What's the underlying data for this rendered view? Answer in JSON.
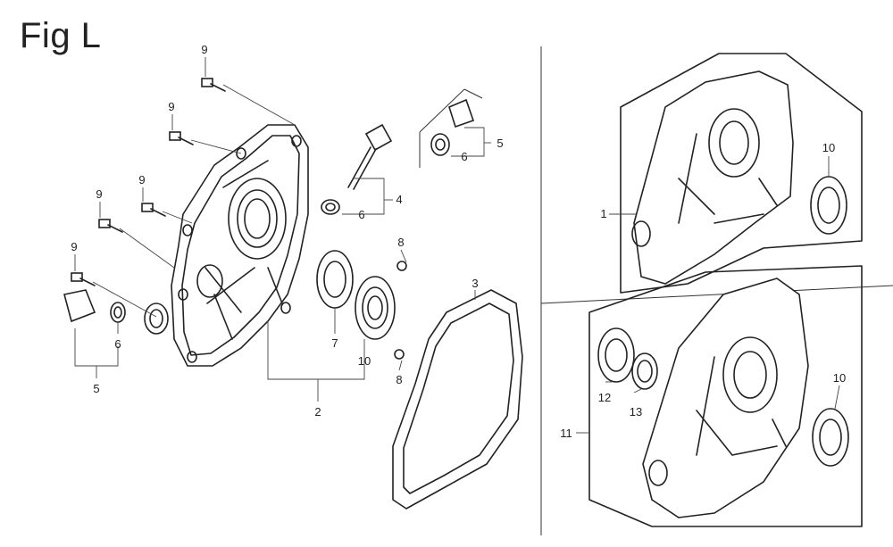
{
  "figure": {
    "title": "Fig L"
  },
  "callouts": {
    "1": "1",
    "2": "2",
    "3": "3",
    "4": "4",
    "5": "5",
    "6": "6",
    "7": "7",
    "8": "8",
    "9": "9",
    "10": "10",
    "11": "11",
    "12": "12",
    "13": "13"
  }
}
